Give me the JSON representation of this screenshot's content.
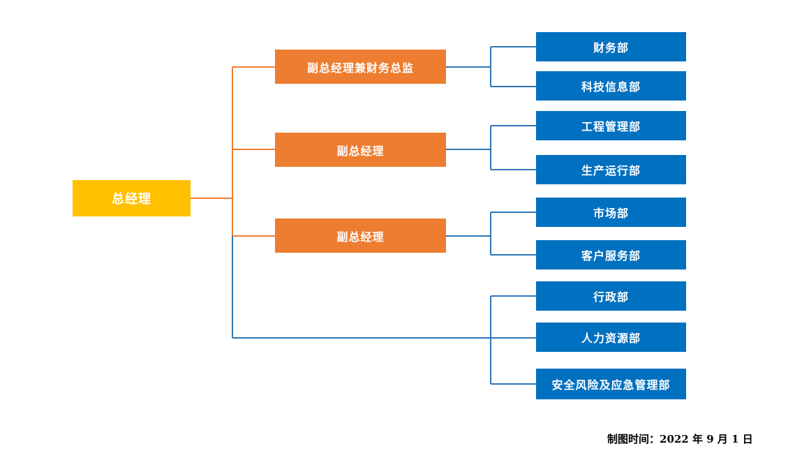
{
  "colors": {
    "ceo_fill": "#FFC000",
    "vp_fill": "#ED7D31",
    "dept_fill": "#0070C0",
    "ceo_connector": "#ED7D31",
    "dept_connector": "#2E75B6"
  },
  "ceo": {
    "label": "总经理"
  },
  "vice_presidents": [
    {
      "label": "副总经理兼财务总监"
    },
    {
      "label": "副总经理"
    },
    {
      "label": "副总经理"
    }
  ],
  "departments": [
    {
      "label": "财务部"
    },
    {
      "label": "科技信息部"
    },
    {
      "label": "工程管理部"
    },
    {
      "label": "生产运行部"
    },
    {
      "label": "市场部"
    },
    {
      "label": "客户服务部"
    },
    {
      "label": "行政部"
    },
    {
      "label": "人力资源部"
    },
    {
      "label": "安全风险及应急管理部"
    }
  ],
  "footer": {
    "text": "制图时间：2022 年 9 月 1 日"
  }
}
